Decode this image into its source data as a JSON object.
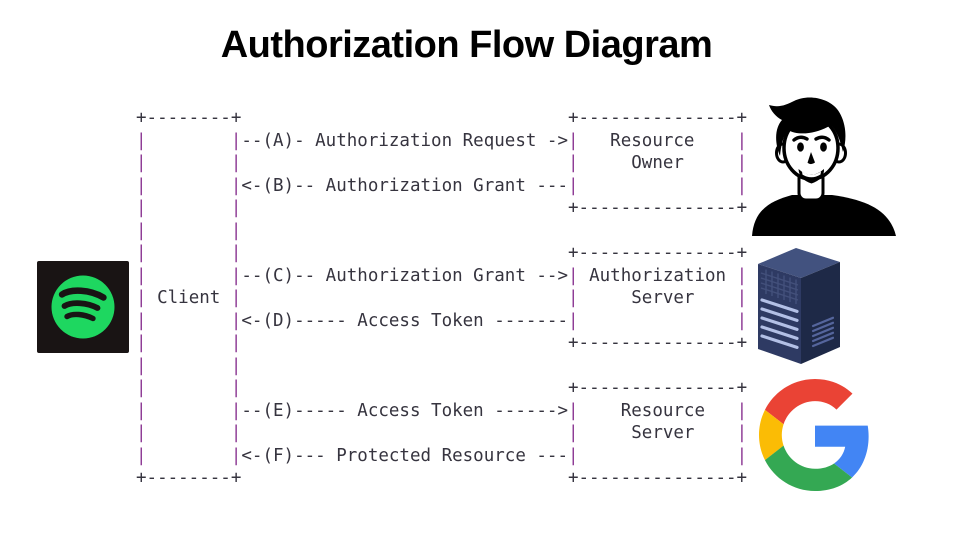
{
  "title": "Authorization Flow Diagram",
  "diagram": {
    "lines": [
      "+--------+                               +---------------+",
      "|        |--(A)- Authorization Request ->|   Resource    |",
      "|        |                               |     Owner     |",
      "|        |<-(B)-- Authorization Grant ---|               |",
      "|        |                               +---------------+",
      "|        |",
      "|        |                               +---------------+",
      "|        |--(C)-- Authorization Grant -->| Authorization |",
      "| Client |                               |     Server    |",
      "|        |<-(D)----- Access Token -------|               |",
      "|        |                               +---------------+",
      "|        |",
      "|        |                               +---------------+",
      "|        |--(E)----- Access Token ------>|    Resource   |",
      "|        |                               |     Server    |",
      "|        |<-(F)--- Protected Resource ---|               |",
      "+--------+                               +---------------+"
    ],
    "entities": [
      "Client",
      "Resource Owner",
      "Authorization Server",
      "Resource Server"
    ],
    "steps": [
      {
        "id": "A",
        "label": "Authorization Request",
        "direction": "right"
      },
      {
        "id": "B",
        "label": "Authorization Grant",
        "direction": "left"
      },
      {
        "id": "C",
        "label": "Authorization Grant",
        "direction": "right"
      },
      {
        "id": "D",
        "label": "Access Token",
        "direction": "left"
      },
      {
        "id": "E",
        "label": "Access Token",
        "direction": "right"
      },
      {
        "id": "F",
        "label": "Protected Resource",
        "direction": "left"
      }
    ],
    "text_color": "#36343f",
    "bar_color": "#8f3d96"
  },
  "icons": {
    "spotify": {
      "name": "spotify-logo",
      "tile": "#191414",
      "green": "#1ED760"
    },
    "avatar": {
      "name": "person-avatar",
      "ink": "#000000",
      "skin": "#ffffff"
    },
    "server": {
      "name": "server-tower-icon",
      "top": "#42527f",
      "left": "#2e3a63",
      "right": "#1e2947",
      "slats": "#b3c0e6",
      "vents": "#55659c",
      "mesh": "#46537e"
    },
    "google": {
      "name": "google-g-logo",
      "red": "#EA4335",
      "blue": "#4285F4",
      "yellow": "#FBBC05",
      "green": "#34A853"
    }
  }
}
